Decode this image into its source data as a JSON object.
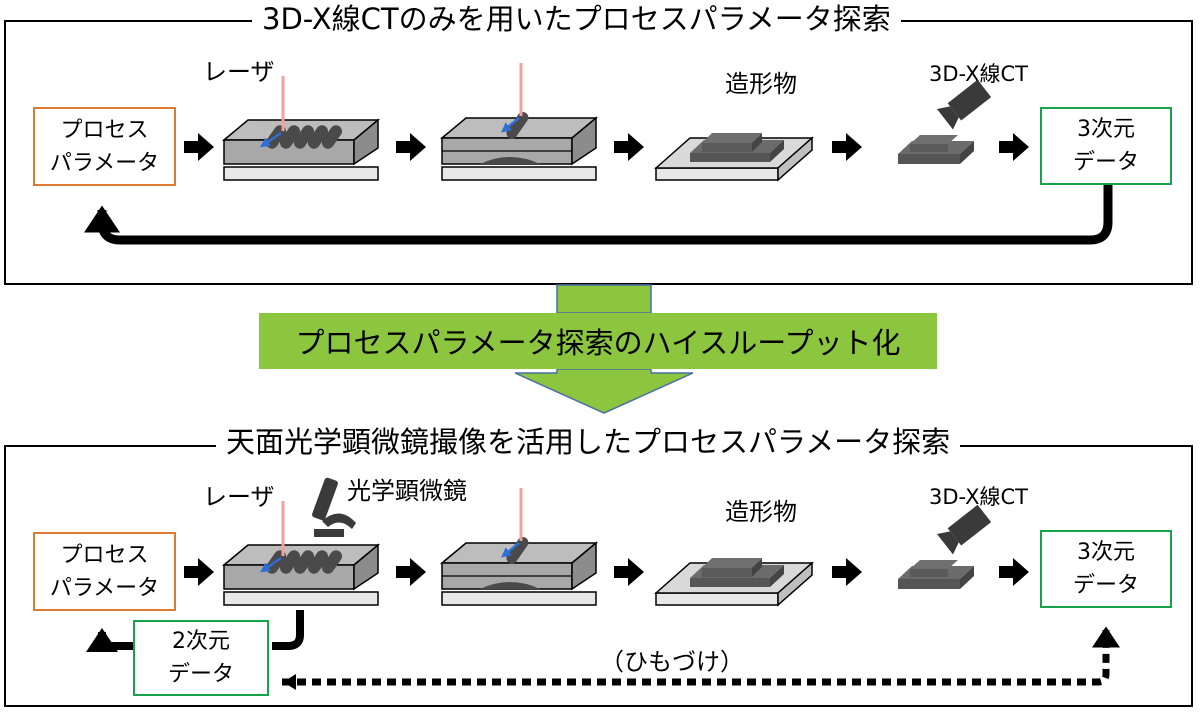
{
  "top_panel": {
    "title": "3D-X線CTのみを用いたプロセスパラメータ探索",
    "process_param_box": {
      "line1": "プロセス",
      "line2": "パラメータ"
    },
    "laser_label": "レーザ",
    "build_label": "造形物",
    "ct_label": "3D-X線CT",
    "data3d_box": {
      "line1": "3次元",
      "line2": "データ"
    }
  },
  "banner": {
    "text": "プロセスパラメータ探索のハイスループット化"
  },
  "bottom_panel": {
    "title": "天面光学顕微鏡撮像を活用したプロセスパラメータ探索",
    "process_param_box": {
      "line1": "プロセス",
      "line2": "パラメータ"
    },
    "laser_label": "レーザ",
    "microscope_label": "光学顕微鏡",
    "build_label": "造形物",
    "ct_label": "3D-X線CT",
    "data3d_box": {
      "line1": "3次元",
      "line2": "データ"
    },
    "data2d_box": {
      "line1": "2次元",
      "line2": "データ"
    },
    "link_label": "（ひもづけ）"
  },
  "colors": {
    "process_box_border": "#e07a2e",
    "data_box_border": "#16a34a",
    "banner_fill": "#8cc63f",
    "laser_beam": "#f4a0a0",
    "scan_arrow": "#2f6fd6"
  }
}
